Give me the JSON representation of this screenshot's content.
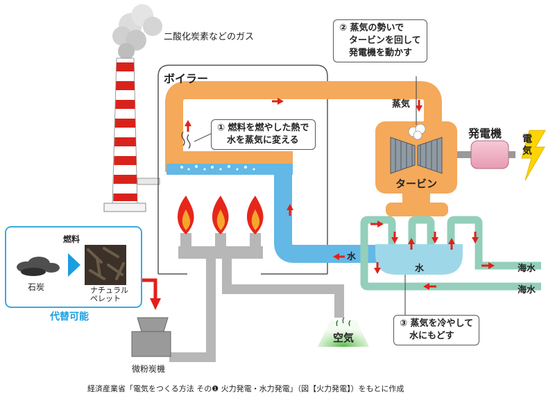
{
  "labels": {
    "emissions": "二酸化炭素などのガス",
    "boiler": "ボイラー",
    "steam": "蒸気",
    "turbine": "タービン",
    "generator": "発電機",
    "electricity": "電気",
    "water_main": "水",
    "water_condenser": "水",
    "seawater_out": "海水",
    "seawater_in": "海水",
    "air": "空気",
    "pulverizer": "微粉炭機"
  },
  "callouts": {
    "step1": [
      "① 燃料を燃やした熱で",
      "水を蒸気に変える"
    ],
    "step2": [
      "② 蒸気の勢いで",
      "タービンを回して",
      "発電機を動かす"
    ],
    "step3": [
      "③ 蒸気を冷やして",
      "水にもどす"
    ]
  },
  "fuel_panel": {
    "title": "燃料",
    "coal": "石炭",
    "pellet_line1": "ナチュラル",
    "pellet_line2": "ペレット",
    "alternative": "代替可能"
  },
  "caption": "経済産業省「電気をつくる方法 その❶ 火力発電・水力発電」（図【火力発電】）をもとに作成",
  "colors": {
    "steam_pipe": "#f5a95a",
    "water_pipe": "#63b8e6",
    "sea_pipe": "#93cfbb",
    "chimney_red": "#d8231c",
    "arrow_red": "#e0211a",
    "panel_border": "#3aa9e0",
    "alternative_text": "#1a9ee0",
    "lightning": "#ffd400"
  }
}
